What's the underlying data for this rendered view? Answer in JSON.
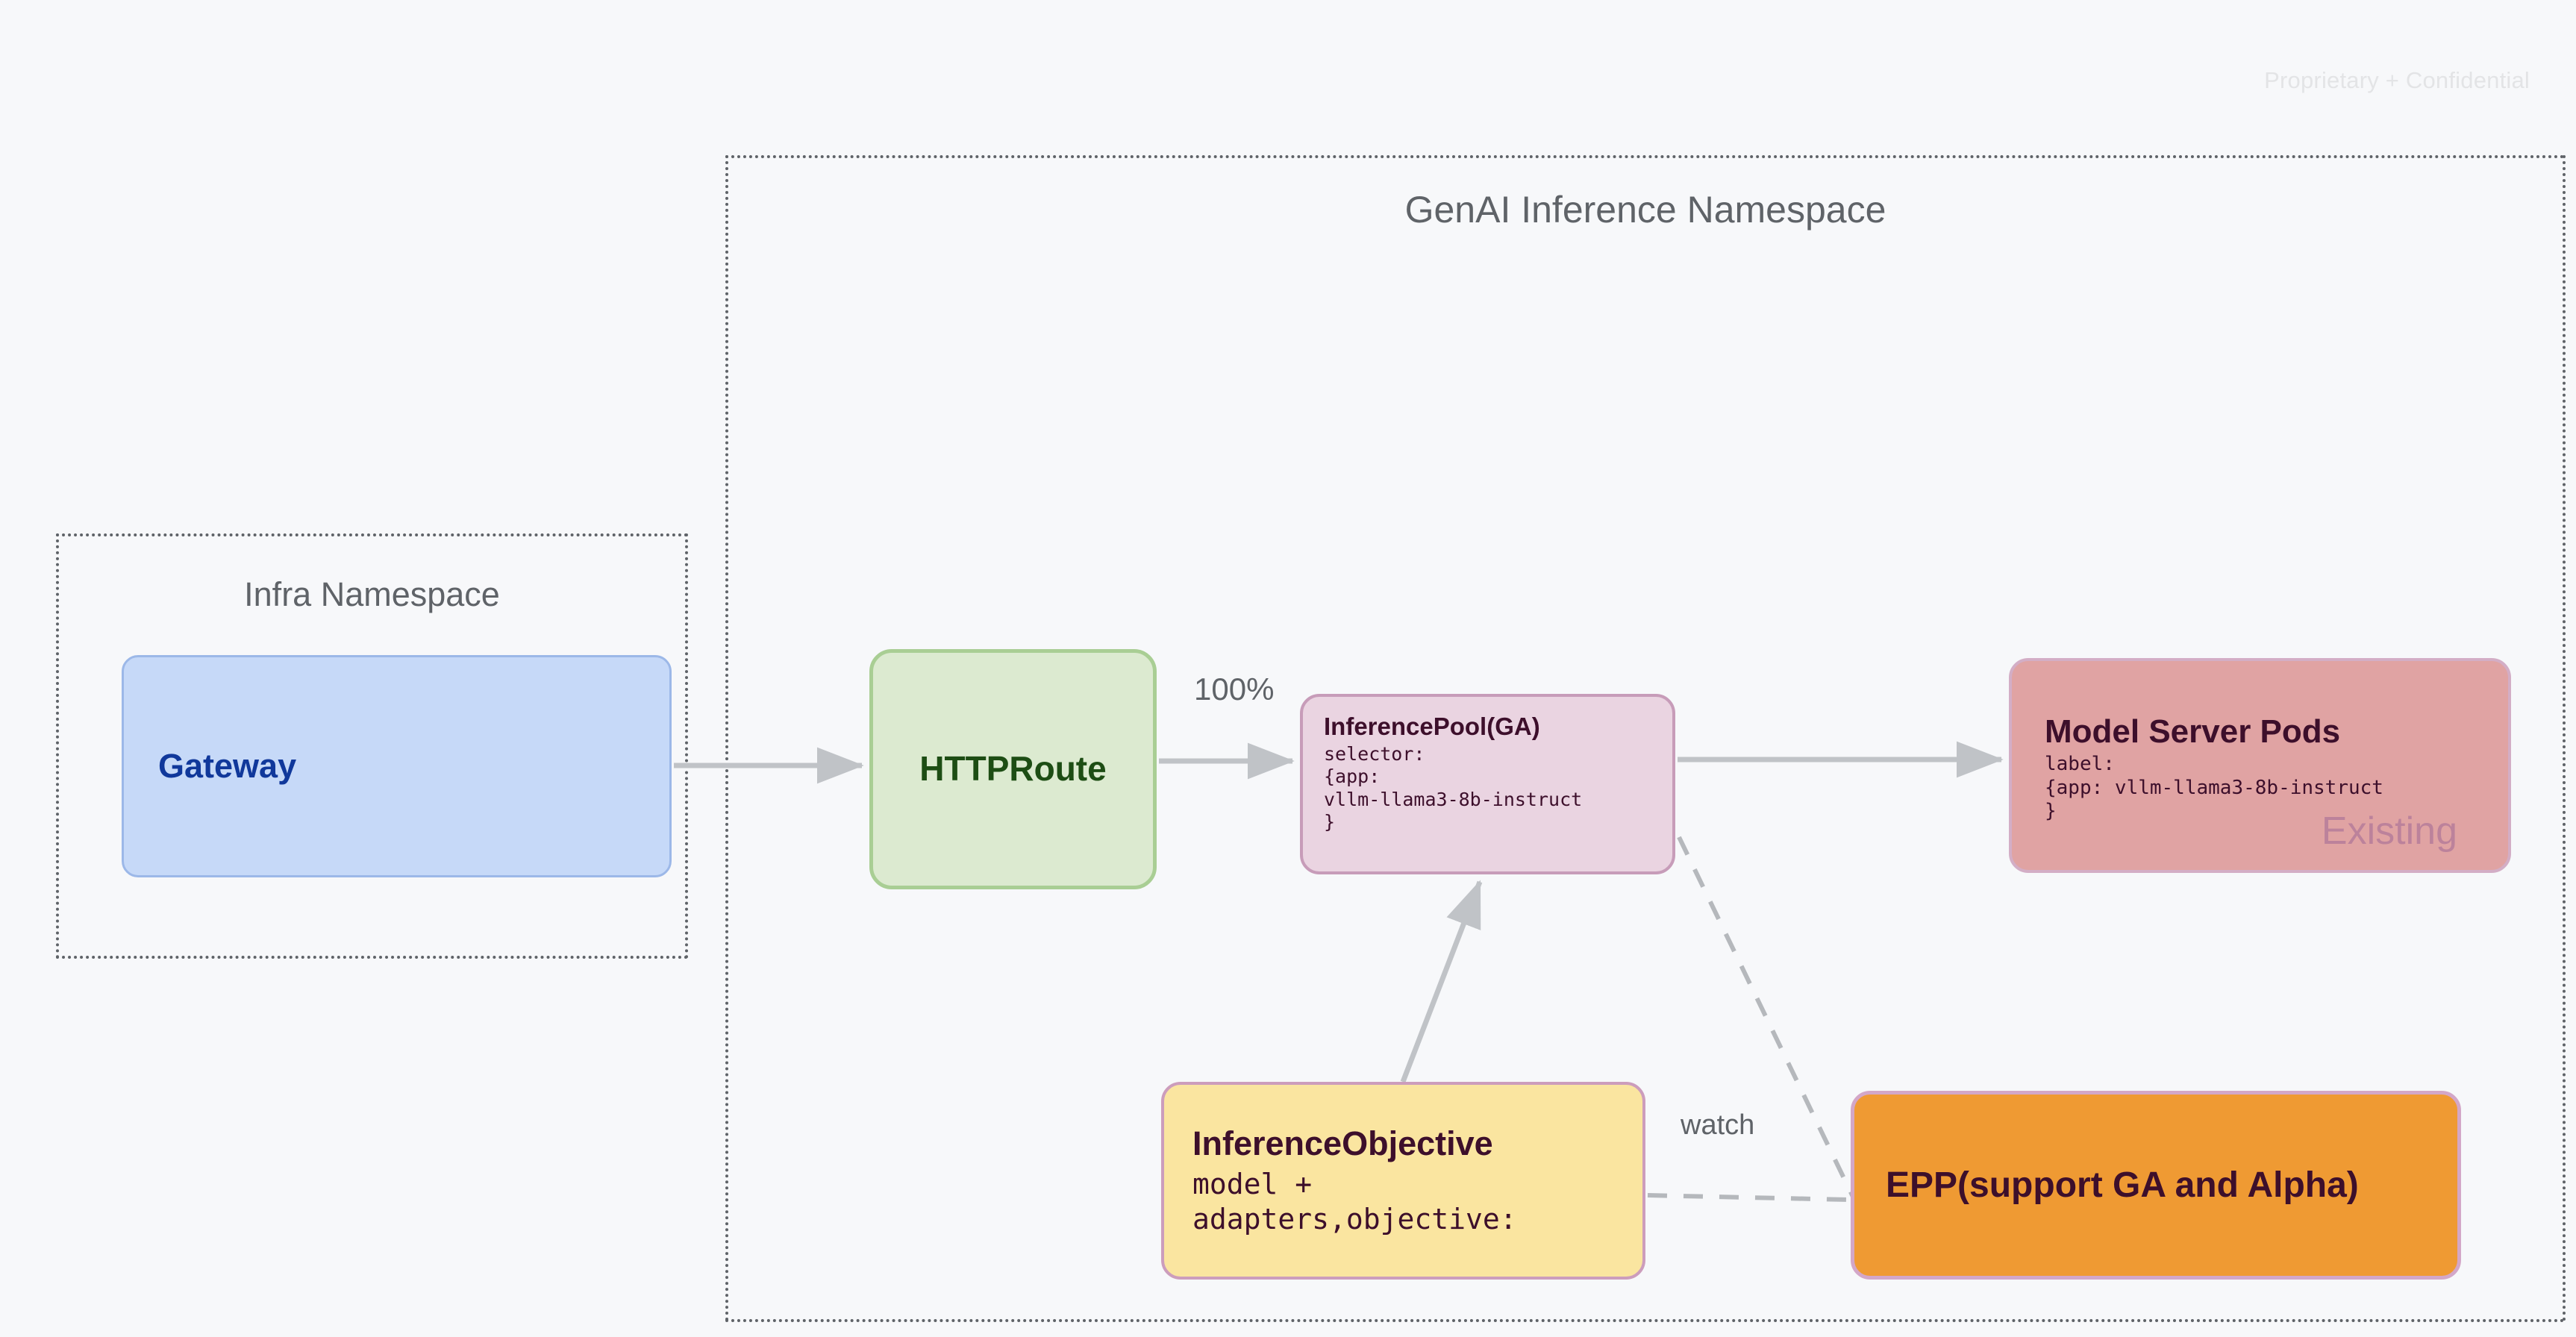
{
  "page": {
    "watermark": "Proprietary + Confidential",
    "background_color": "#f7f8fa"
  },
  "namespaces": [
    {
      "id": "infra",
      "title": "Infra Namespace",
      "border_style": "dotted",
      "border_color": "#5f6368"
    },
    {
      "id": "genai",
      "title": "GenAI Inference Namespace",
      "border_style": "dotted",
      "border_color": "#5f6368"
    }
  ],
  "nodes": {
    "gateway": {
      "title": "Gateway",
      "fill": "#c6d9f8",
      "border": "#9cb8e8",
      "text_color": "#10389b"
    },
    "httproute": {
      "title": "HTTPRoute",
      "fill": "#dcead0",
      "border": "#a9ce94",
      "text_color": "#1d4d14"
    },
    "inferencepool": {
      "title": "InferencePool(GA)",
      "body": "selector:\n{app:\nvllm-llama3-8b-instruct\n}",
      "fill": "#ead4e1",
      "border": "#c79cb9",
      "text_color": "#3d0f2b"
    },
    "modelserverpods": {
      "title": "Model Server Pods",
      "body": "label:\n{app: vllm-llama3-8b-instruct\n}",
      "badge": "Existing",
      "fill": "#e0a3a3",
      "border": "#d3aec6",
      "text_color": "#3d0f2b"
    },
    "inferenceobjective": {
      "title": "InferenceObjective",
      "body": "model +\nadapters,objective:",
      "fill": "#fae5a0",
      "border": "#cc9dbc",
      "text_color": "#3d0f2b"
    },
    "epp": {
      "title": "EPP(support GA and Alpha)",
      "fill": "#ef9a33",
      "border": "#d3a7c8",
      "text_color": "#3d0f2b"
    }
  },
  "edges": [
    {
      "id": "gateway-to-httproute",
      "from": "gateway",
      "to": "httproute",
      "label": "",
      "style": "solid",
      "arrow": true
    },
    {
      "id": "httproute-to-inferencepool",
      "from": "httproute",
      "to": "inferencepool",
      "label": "100%",
      "style": "solid",
      "arrow": true
    },
    {
      "id": "inferencepool-to-modelserverpods",
      "from": "inferencepool",
      "to": "modelserverpods",
      "label": "",
      "style": "solid",
      "arrow": true
    },
    {
      "id": "inferenceobjective-to-inferencepool",
      "from": "inferenceobjective",
      "to": "inferencepool",
      "label": "",
      "style": "solid",
      "arrow": true
    },
    {
      "id": "inferenceobjective-to-epp",
      "from": "inferenceobjective",
      "to": "epp",
      "label": "watch",
      "style": "dashed",
      "arrow": false
    },
    {
      "id": "inferencepool-to-epp",
      "from": "inferencepool",
      "to": "epp",
      "label": "",
      "style": "dashed",
      "arrow": false
    }
  ],
  "edge_labels": {
    "percent": "100%",
    "watch": "watch"
  }
}
